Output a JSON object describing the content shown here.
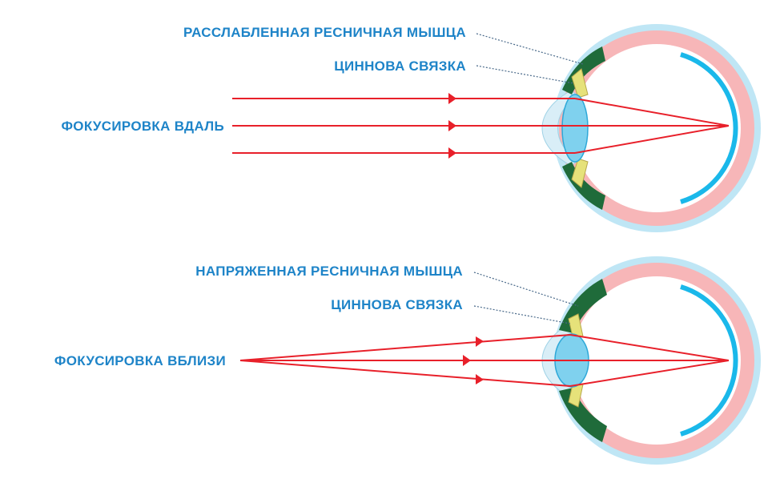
{
  "panels": [
    {
      "mode": "far",
      "muscle_label": "РАССЛАБЛЕННАЯ РЕСНИЧНАЯ МЫШЦА",
      "ligament_label": "ЦИННОВА СВЯЗКА",
      "focus_label": "ФОКУСИРОВКА ВДАЛЬ"
    },
    {
      "mode": "near",
      "muscle_label": "НАПРЯЖЕННАЯ РЕСНИЧНАЯ МЫШЦА",
      "ligament_label": "ЦИННОВА СВЯЗКА",
      "focus_label": "ФОКУСИРОВКА ВБЛИЗИ"
    }
  ],
  "colors": {
    "label": "#1e84c8",
    "ray": "#e8202a",
    "sclera_outer": "#bfe6f5",
    "sclera_pink": "#f7b6b8",
    "vitreous": "#ffffff",
    "retina": "#1ab8ea",
    "cornea": "#d9eef7",
    "lens": "#7fd1ee",
    "ciliary_muscle": "#1f6b3a",
    "zonule": "#e6e27a",
    "leader_line": "#4a6a8a"
  }
}
